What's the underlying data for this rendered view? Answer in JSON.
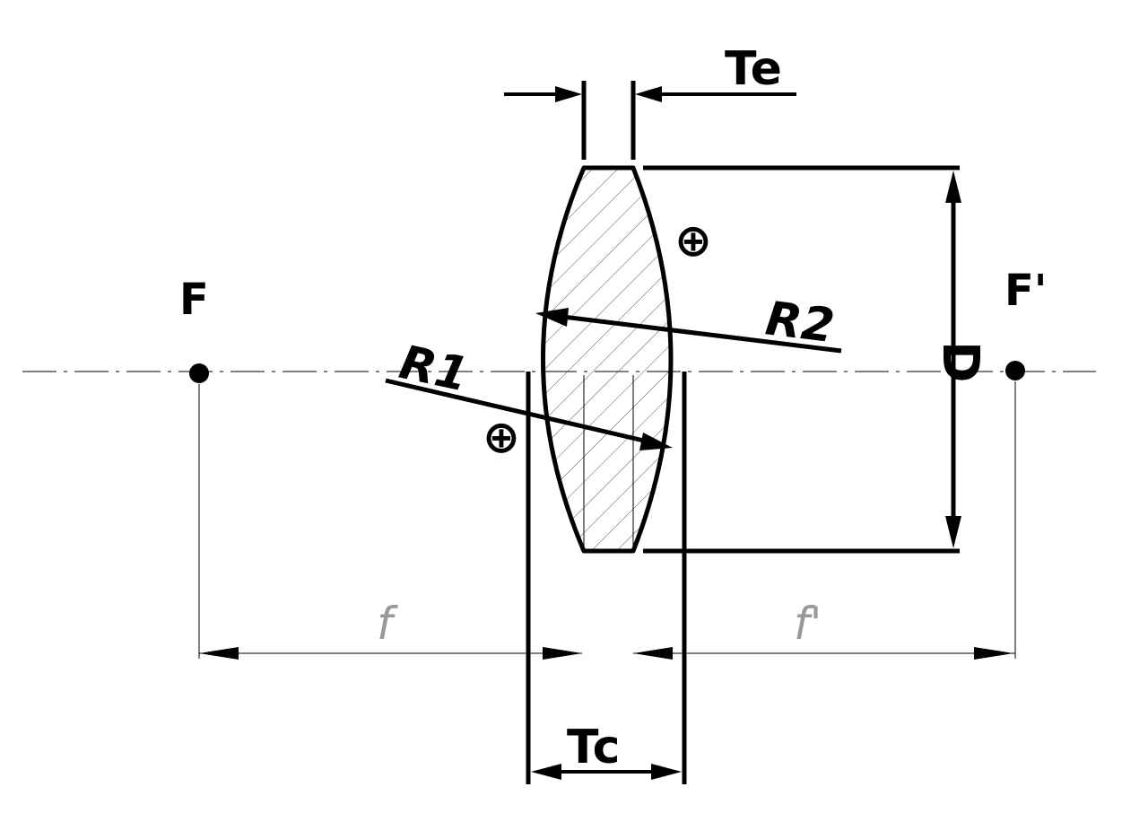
{
  "labels": {
    "focal_front": "F",
    "focal_back": "F'",
    "radius_1": "R1",
    "radius_2": "R2",
    "diameter": "D",
    "edge_thickness": "Te",
    "center_thickness": "Tc",
    "front_focal_length": "f",
    "back_focal_length": "f'",
    "sign_1": "⊕",
    "sign_2": "⊕"
  },
  "colors": {
    "stroke": "#000000",
    "thin_dimension": "#999999",
    "background": "#ffffff"
  }
}
